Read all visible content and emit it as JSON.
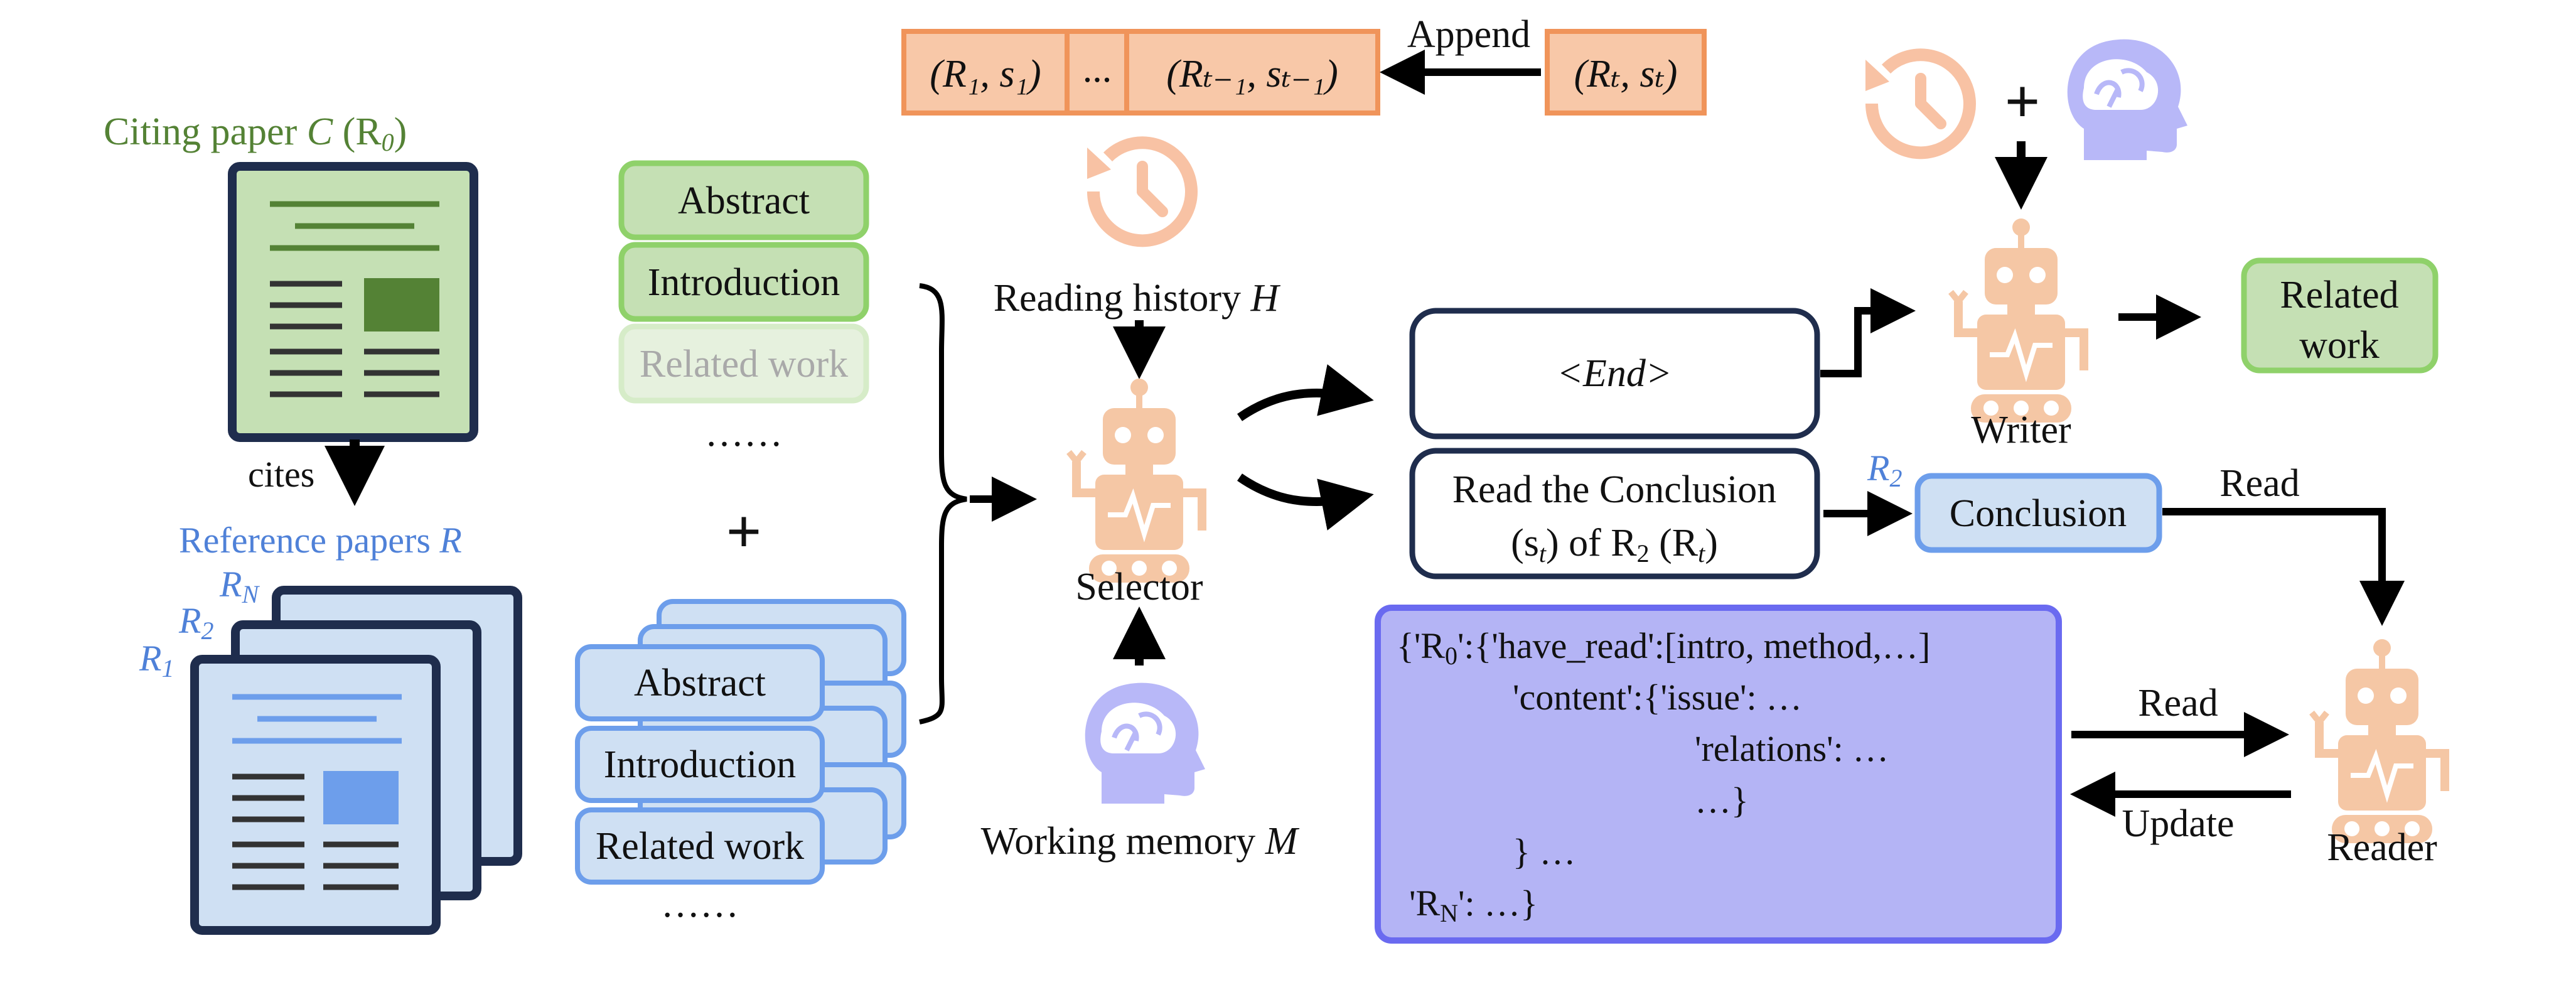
{
  "citing": {
    "label_prefix": "Citing paper ",
    "label_var": "C",
    "label_sub": "(R",
    "label_sub_index": "0",
    "label_close": ")",
    "cites_label": "cites"
  },
  "references": {
    "label_prefix": "Reference papers ",
    "label_var": "R",
    "tag_n": "R",
    "tag_n_sub": "N",
    "tag_2": "R",
    "tag_2_sub": "2",
    "tag_1": "R",
    "tag_1_sub": "1"
  },
  "sections_citing": {
    "items": [
      "Abstract",
      "Introduction",
      "Related work"
    ],
    "ellipsis": "……",
    "plus": "+"
  },
  "sections_reference": {
    "items": [
      "Abstract",
      "Introduction",
      "Related work"
    ],
    "ellipsis": "……"
  },
  "history_queue": {
    "cell1": "(R₁, s₁)",
    "cell2": "...",
    "cell3": "(Rₜ₋₁, sₜ₋₁)",
    "new_cell": "(Rₜ, sₜ)",
    "append_label": "Append"
  },
  "selector": {
    "history_label": "Reading history ",
    "history_var": "H",
    "label": "Selector",
    "memory_label": "Working memory ",
    "memory_var": "M"
  },
  "decisions": {
    "end_label": "<End>",
    "read_line1": "Read the Conclusion",
    "read_line2_a": "(s",
    "read_line2_b": "t",
    "read_line2_c": ") of R",
    "read_line2_d": "2",
    "read_line2_e": " (R",
    "read_line2_f": "t",
    "read_line2_g": ")"
  },
  "writer": {
    "plus": "+",
    "label": "Writer",
    "output_line1": "Related",
    "output_line2": "work"
  },
  "reader": {
    "conclusion_tag": "R",
    "conclusion_tag_sub": "2",
    "conclusion_label": "Conclusion",
    "read_top": "Read",
    "read_mid": "Read",
    "update": "Update",
    "label": "Reader"
  },
  "memory": {
    "line1_a": "{'R",
    "line1_b": "0",
    "line1_c": "':{'have_read':[intro, method,…]",
    "line2": "'content':{'issue': …",
    "line3": "'relations': …",
    "line4": "…}",
    "line5": "} …",
    "line6_a": "'R",
    "line6_b": "N",
    "line6_c": "': …}"
  },
  "colors": {
    "green_fill": "#c5e0b4",
    "green_stroke": "#8fd16a",
    "green_text": "#548235",
    "blue_fill": "#cfe0f3",
    "blue_stroke": "#6d9eeb",
    "navy": "#1f2d4d",
    "orange_fill": "#f8c8a8",
    "orange_stroke": "#f0945a",
    "robot": "#f5c7a5",
    "memory_fill": "#b4b4f5",
    "memory_stroke": "#6a6af0",
    "brain": "#b8b8f8"
  }
}
